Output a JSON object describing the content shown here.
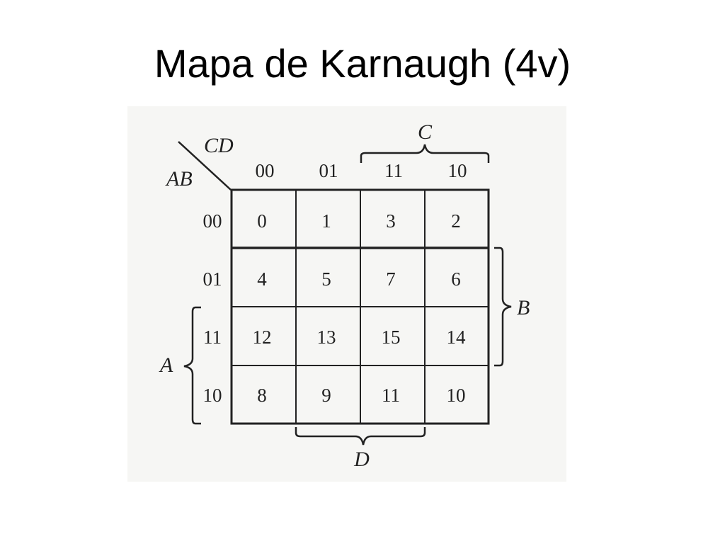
{
  "title": "Mapa de Karnaugh (4v)",
  "kmap": {
    "row_var": "AB",
    "col_var": "CD",
    "col_headers": [
      "00",
      "01",
      "11",
      "10"
    ],
    "row_headers": [
      "00",
      "01",
      "11",
      "10"
    ],
    "cells": [
      [
        "0",
        "1",
        "3",
        "2"
      ],
      [
        "4",
        "5",
        "7",
        "6"
      ],
      [
        "12",
        "13",
        "15",
        "14"
      ],
      [
        "8",
        "9",
        "11",
        "10"
      ]
    ],
    "brace_labels": {
      "A": "A",
      "B": "B",
      "C": "C",
      "D": "D"
    }
  }
}
